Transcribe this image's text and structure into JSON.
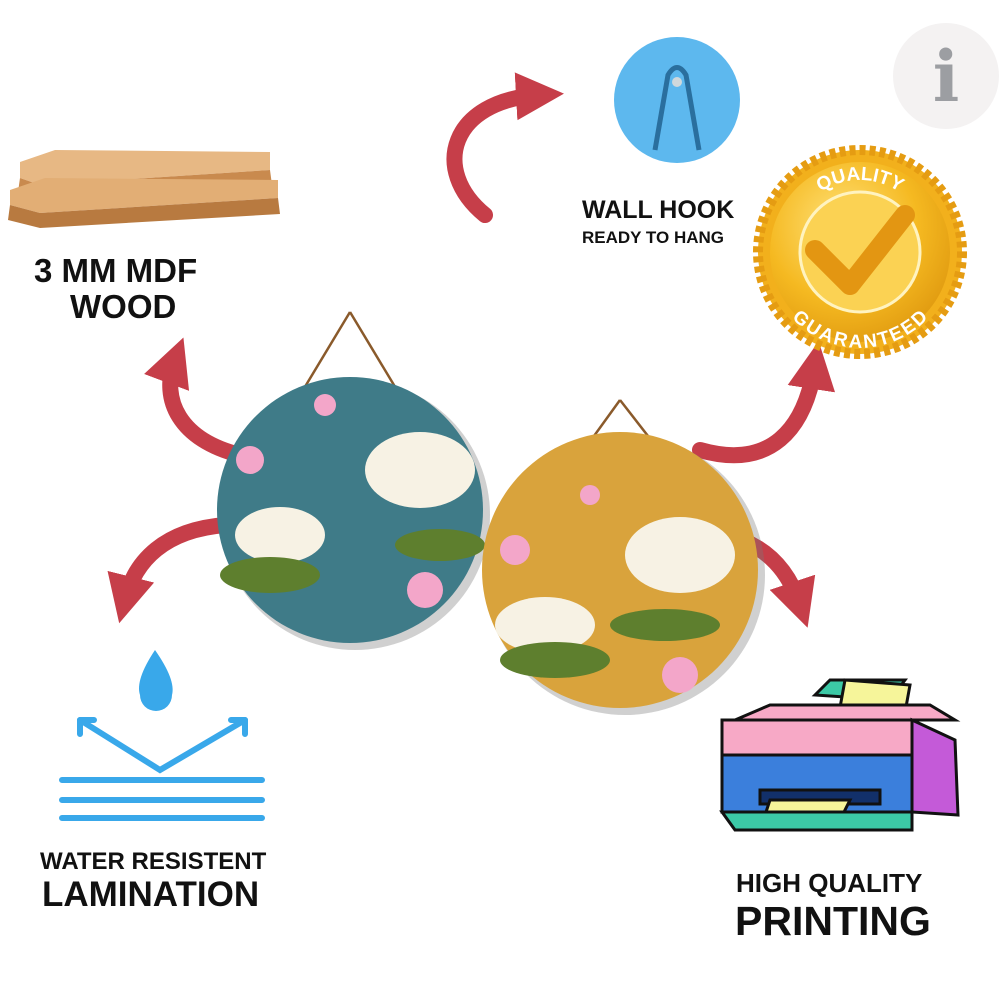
{
  "features": {
    "wood": {
      "line1": "3 MM MDF",
      "line2": "WOOD"
    },
    "hook": {
      "title": "WALL HOOK",
      "subtitle": "READY TO HANG"
    },
    "quality_badge": {
      "top": "QUALITY",
      "bottom": "GUARANTEED"
    },
    "water": {
      "line1": "WATER RESISTENT",
      "line2": "LAMINATION"
    },
    "printing": {
      "line1": "HIGH QUALITY",
      "line2": "PRINTING"
    }
  },
  "logo": {
    "letter": "i"
  },
  "colors": {
    "arrow": "#c63e49",
    "teal": "#3f7b88",
    "mustard": "#d9a33c",
    "hook": "#5db8ee",
    "gold": "#f5b921",
    "water_blue": "#39a8ea"
  }
}
